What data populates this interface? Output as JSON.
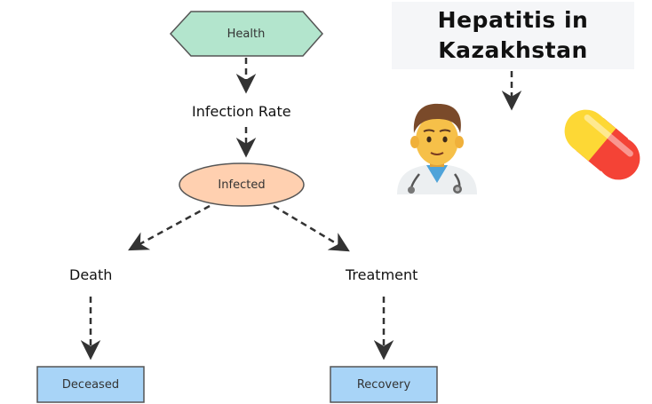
{
  "title": "Hepatitis in Kazakhstan",
  "nodes": {
    "health": "Health",
    "infection_rate": "Infection Rate",
    "infected": "Infected",
    "death": "Death",
    "treatment": "Treatment",
    "deceased": "Deceased",
    "recovery": "Recovery"
  },
  "colors": {
    "health_fill": "#b3e5cd",
    "infected_fill": "#ffd0b0",
    "box_fill": "#a8d4f7",
    "stroke": "#555555",
    "arrow": "#333333",
    "title_bg": "#f5f6f8"
  },
  "icons": [
    "doctor-icon",
    "pill-icon"
  ]
}
